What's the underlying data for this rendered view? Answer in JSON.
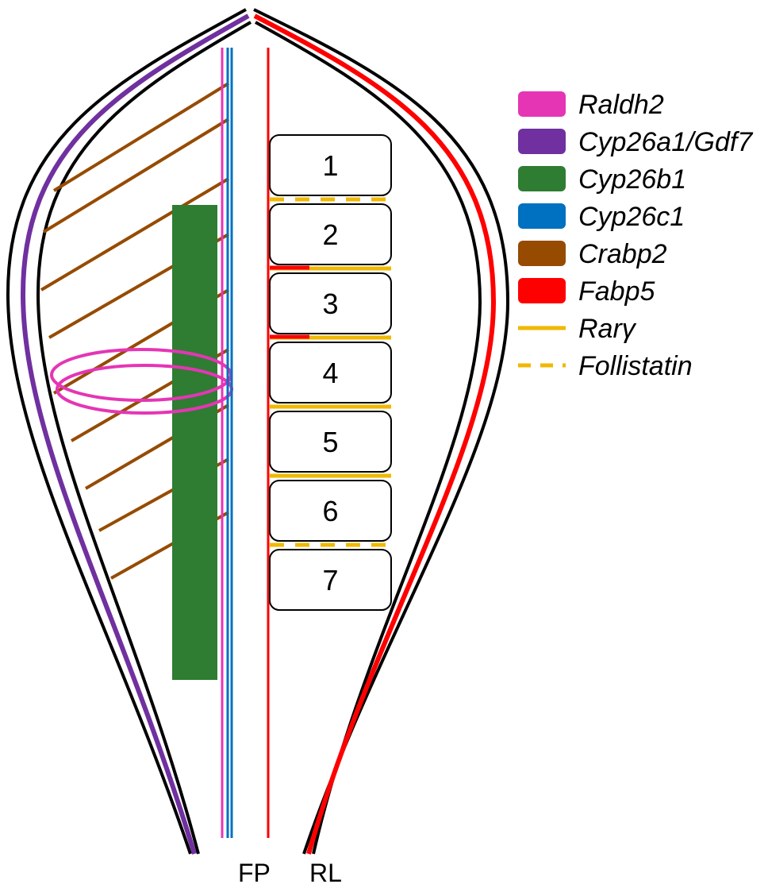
{
  "legend": [
    {
      "label": "Raldh2",
      "kind": "box",
      "color": "#e535b5"
    },
    {
      "label": "Cyp26a1/Gdf7",
      "kind": "box",
      "color": "#7030a0"
    },
    {
      "label": "Cyp26b1",
      "kind": "box",
      "color": "#2e7d32"
    },
    {
      "label": "Cyp26c1",
      "kind": "box",
      "color": "#0070c0"
    },
    {
      "label": "Crabp2",
      "kind": "box",
      "color": "#964b00"
    },
    {
      "label": "Fabp5",
      "kind": "box",
      "color": "#ff0000"
    },
    {
      "label": "Rarγ",
      "kind": "line",
      "color": "#f0b800"
    },
    {
      "label": "Follistatin",
      "kind": "dash",
      "color": "#f0b800"
    }
  ],
  "rhombomeres": [
    "1",
    "2",
    "3",
    "4",
    "5",
    "6",
    "7"
  ],
  "boundaries": [
    {
      "between": "1-2",
      "style": "dash",
      "fabp5_segment": false
    },
    {
      "between": "2-3",
      "style": "solid",
      "fabp5_segment": true
    },
    {
      "between": "3-4",
      "style": "solid",
      "fabp5_segment": true
    },
    {
      "between": "4-5",
      "style": "solid",
      "fabp5_segment": false
    },
    {
      "between": "5-6",
      "style": "solid",
      "fabp5_segment": false
    },
    {
      "between": "6-7",
      "style": "dash",
      "fabp5_segment": false
    }
  ],
  "labels": {
    "floor_plate": "FP",
    "rhombic_lip": "RL"
  }
}
